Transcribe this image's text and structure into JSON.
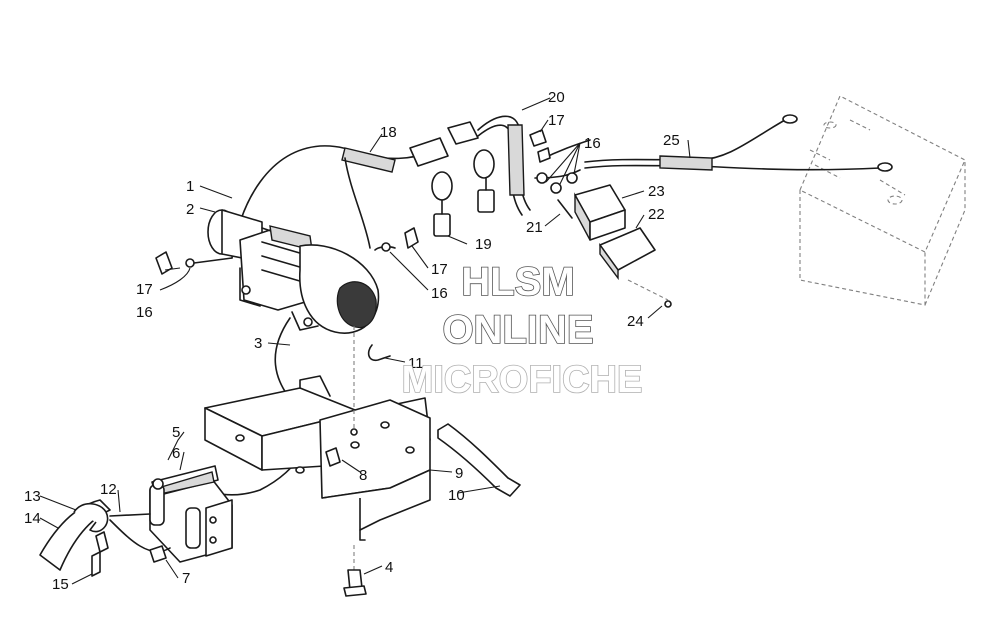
{
  "callouts": {
    "c1": "1",
    "c2": "2",
    "c3": "3",
    "c4": "4",
    "c5": "5",
    "c6": "6",
    "c7": "7",
    "c8": "8",
    "c9": "9",
    "c10": "10",
    "c11": "11",
    "c12": "12",
    "c13": "13",
    "c14": "14",
    "c15": "15",
    "c16a": "16",
    "c16b": "16",
    "c16c": "16",
    "c17a": "17",
    "c17b": "17",
    "c17c": "17",
    "c18": "18",
    "c19": "19",
    "c20": "20",
    "c21": "21",
    "c22": "22",
    "c23": "23",
    "c24": "24",
    "c25": "25"
  },
  "watermark": {
    "line1": "HLSM",
    "line2": "ONLINE",
    "line3": "MICROFICHE",
    "stroke_color": "#555555",
    "faint_color": "#b0b0b0"
  }
}
